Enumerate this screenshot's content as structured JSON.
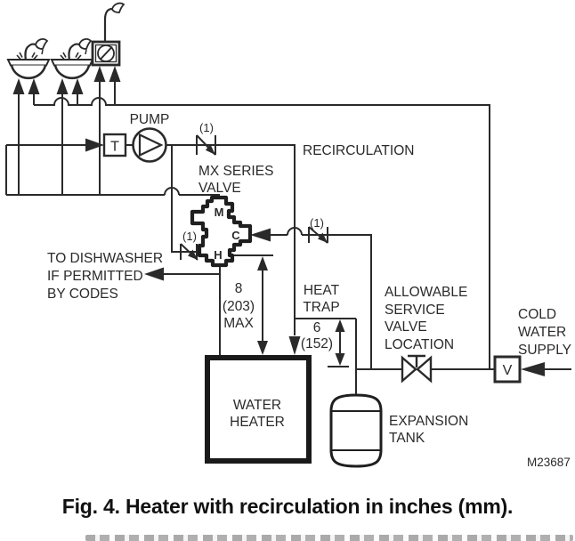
{
  "figure": {
    "caption": "Fig. 4. Heater with recirculation in inches (mm).",
    "ref_number": "M23687"
  },
  "labels": {
    "pump": "PUMP",
    "recirculation": "RECIRCULATION",
    "check_valve_note": "(1)",
    "mx_valve": [
      "MX SERIES",
      "VALVE"
    ],
    "ports": {
      "mixed": "M",
      "cold": "C",
      "hot": "H"
    },
    "sensor_t": "T",
    "valve_v": "V",
    "dishwasher": [
      "TO DISHWASHER",
      "IF PERMITTED",
      "BY CODES"
    ],
    "dim_8": [
      "8",
      "(203)",
      "MAX"
    ],
    "heat_trap": [
      "HEAT",
      "TRAP"
    ],
    "dim_6": [
      "6",
      "(152)"
    ],
    "service_valve": [
      "ALLOWABLE",
      "SERVICE",
      "VALVE",
      "LOCATION"
    ],
    "cold_supply": [
      "COLD",
      "WATER",
      "SUPPLY"
    ],
    "water_heater": [
      "WATER",
      "HEATER"
    ],
    "expansion_tank": [
      "EXPANSION",
      "TANK"
    ]
  },
  "colors": {
    "line": "#2a2a2a",
    "text": "#2a2a2a",
    "background": "#ffffff"
  }
}
